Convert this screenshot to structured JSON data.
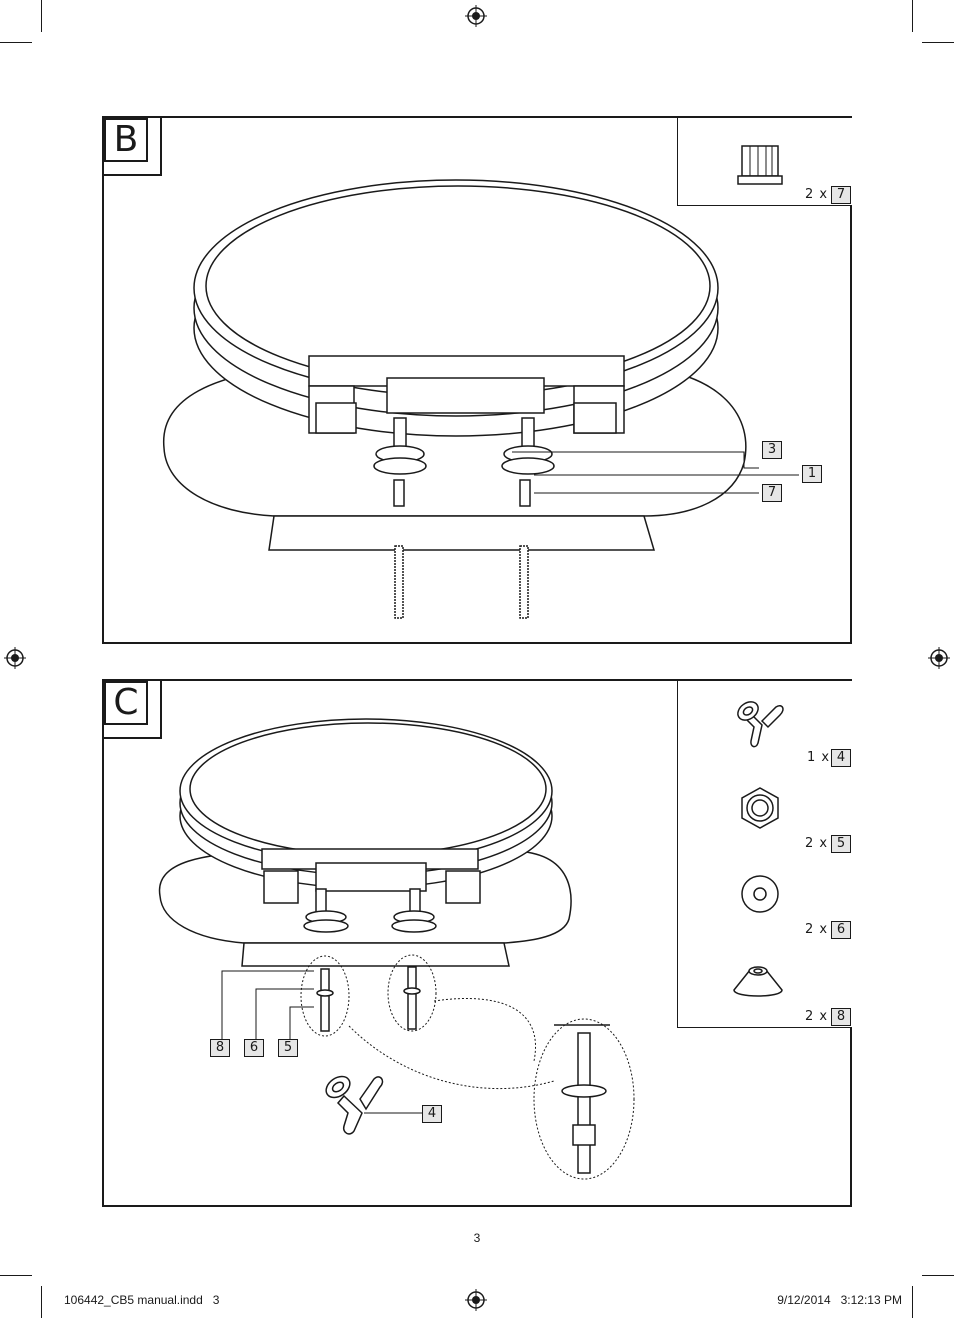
{
  "panel_b": {
    "letter": "B",
    "parts": [
      {
        "qty": "2 x",
        "num": "7"
      }
    ],
    "callouts": [
      "3",
      "1",
      "7"
    ]
  },
  "panel_c": {
    "letter": "C",
    "parts": [
      {
        "qty": "1 x",
        "num": "4"
      },
      {
        "qty": "2 x",
        "num": "5"
      },
      {
        "qty": "2 x",
        "num": "6"
      },
      {
        "qty": "2 x",
        "num": "8"
      }
    ],
    "callouts": [
      "8",
      "6",
      "5",
      "4"
    ]
  },
  "page_number": "3",
  "footer": {
    "file": "106442_CB5 manual.indd   3",
    "datetime": "9/12/2014   3:12:13 PM"
  }
}
